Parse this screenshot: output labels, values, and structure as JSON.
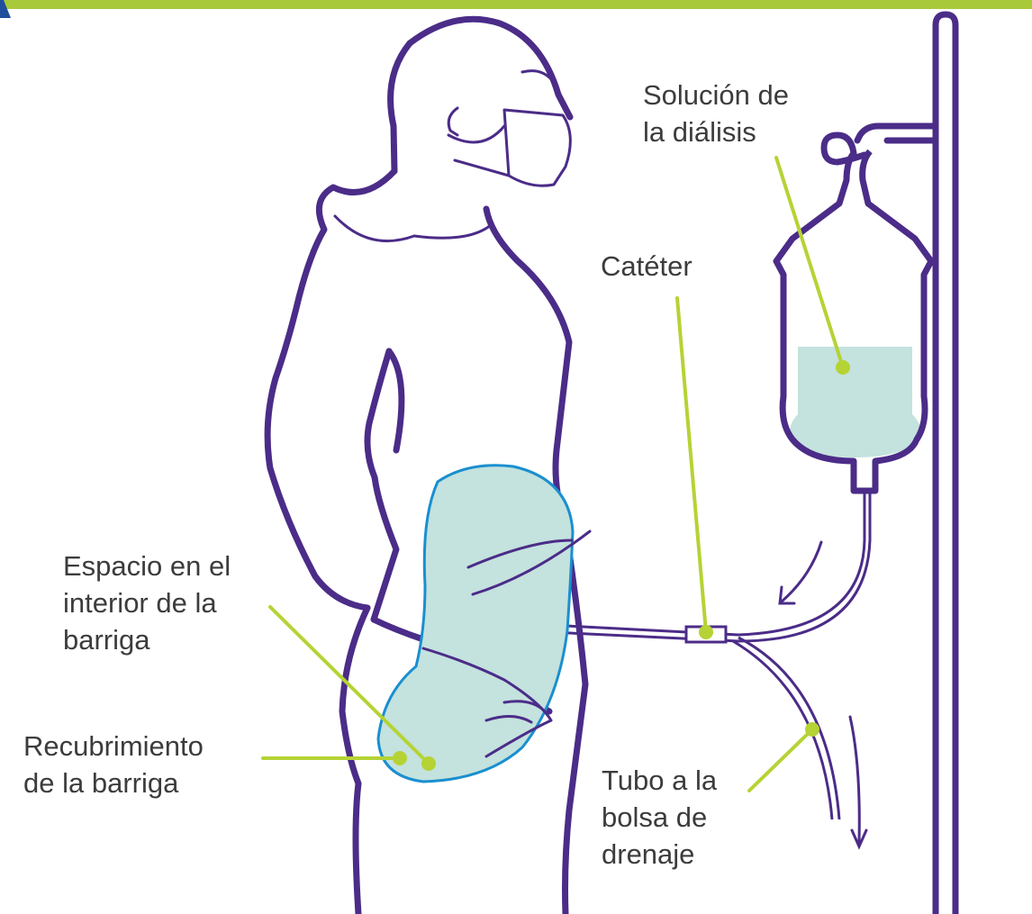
{
  "colors": {
    "outline": "#4b2c88",
    "leader": "#b5d334",
    "fluid": "#c4e2de",
    "peritoneum": "#1a8fd0",
    "top_bar": "#a8c93a",
    "corner_mark": "#1f4f9c",
    "text": "#3c3c3c"
  },
  "labels": {
    "solucion": {
      "lines": [
        "Solución de",
        "la diálisis"
      ]
    },
    "cateter": {
      "lines": [
        "Catéter"
      ]
    },
    "espacio": {
      "lines": [
        "Espacio en el",
        "interior de la",
        "barriga"
      ]
    },
    "recubrimiento": {
      "lines": [
        "Recubrimiento",
        "de la barriga"
      ]
    },
    "tubo": {
      "lines": [
        "Tubo a la",
        "bolsa de",
        "drenaje"
      ]
    }
  },
  "icons": [
    "iv-pole-icon",
    "dialysis-bag-icon",
    "face-mask-icon",
    "flow-arrow-icon"
  ]
}
